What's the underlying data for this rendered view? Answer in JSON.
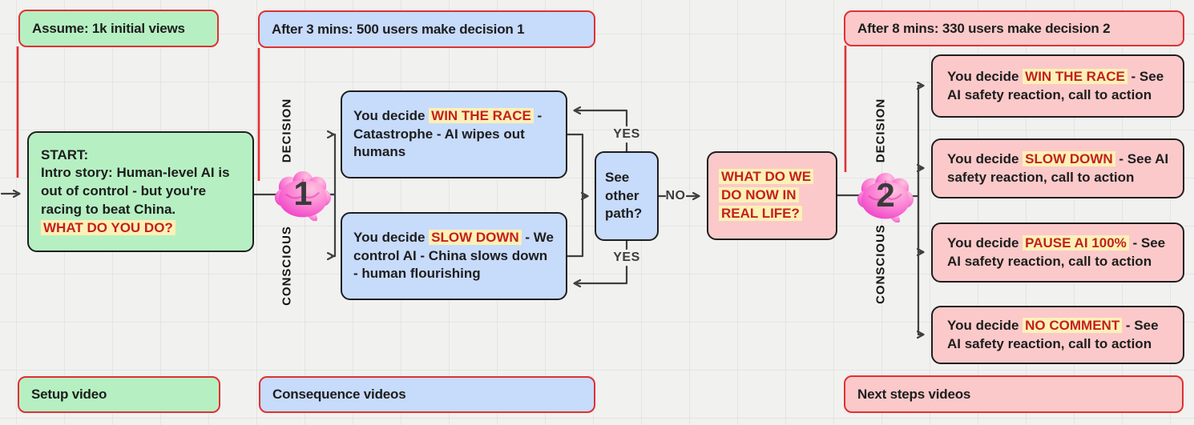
{
  "palette": {
    "canvas_bg": "#f1f1f0",
    "grid_line": "#e4e4e2",
    "green_fill": "#b6f0c2",
    "blue_fill": "#c7dbfb",
    "pink_fill": "#fbc9ca",
    "red_stroke": "#e03131",
    "black_stroke": "#1e1e1e",
    "highlight_bg": "#fcf1b6",
    "highlight_text": "#c42020",
    "connector": "#404040"
  },
  "top_labels": {
    "assume": "Assume: 1k initial views",
    "decision1": "After 3 mins: 500 users make decision 1",
    "decision2": "After 8 mins: 330 users make decision 2"
  },
  "bottom_labels": {
    "setup": "Setup video",
    "consequence": "Consequence videos",
    "next_steps": "Next steps videos"
  },
  "start_box": {
    "line1": "START:",
    "line2": "Intro story: Human-level AI is out of control - but you're racing to beat China.",
    "highlight": "WHAT DO YOU DO?"
  },
  "brain1": {
    "icon": "pink-brain",
    "number": "1",
    "top_label": "DECISION",
    "bottom_label": "CONSCIOUS"
  },
  "brain2": {
    "icon": "pink-brain",
    "number": "2",
    "top_label": "DECISION",
    "bottom_label": "CONSCIOUS"
  },
  "decision1_options": [
    {
      "pre": "You decide ",
      "highlight": "WIN THE RACE",
      "post": " - Catastrophe - AI wipes out humans"
    },
    {
      "pre": "You decide ",
      "highlight": "SLOW DOWN",
      "post": " - We control AI - China slows down - human flourishing"
    }
  ],
  "gate": {
    "question": "See other path?",
    "yes_top": "YES",
    "yes_bottom": "YES",
    "no": "NO"
  },
  "reality_box": {
    "highlight": "WHAT DO WE DO NOW IN REAL LIFE?"
  },
  "decision2_options": [
    {
      "pre": "You decide ",
      "highlight": "WIN THE RACE",
      "post": " - See AI safety reaction, call to action"
    },
    {
      "pre": "You decide ",
      "highlight": "SLOW DOWN",
      "post": " - See AI safety reaction, call to action"
    },
    {
      "pre": "You decide ",
      "highlight": "PAUSE AI 100%",
      "post": " - See AI safety reaction, call to action"
    },
    {
      "pre": "You decide ",
      "highlight": "NO COMMENT",
      "post": " - See AI safety reaction, call to action"
    }
  ]
}
